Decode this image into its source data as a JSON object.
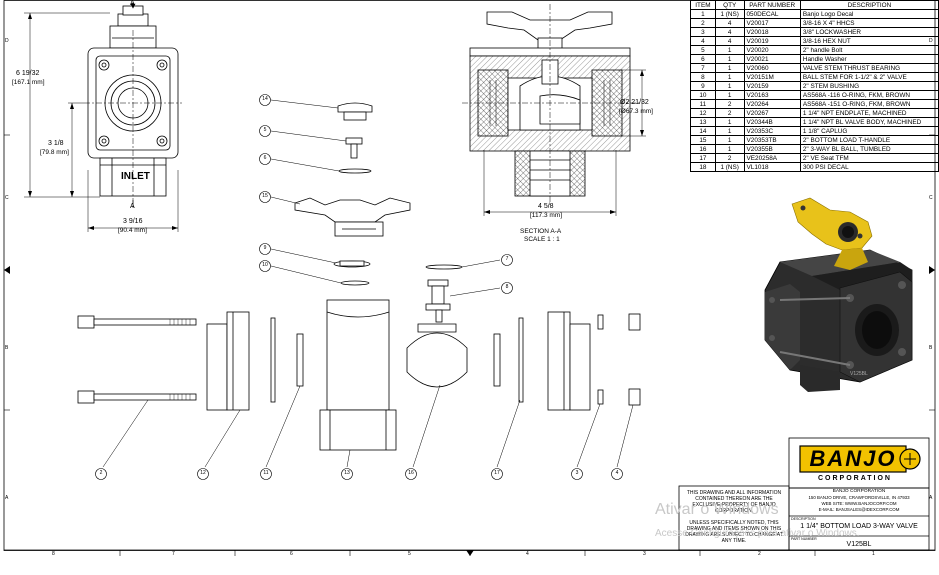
{
  "bom": {
    "headers": [
      "ITEM",
      "QTY",
      "PART NUMBER",
      "DESCRIPTION"
    ],
    "rows": [
      [
        "1",
        "1 (NS)",
        "050DECAL",
        "Banjo Logo Decal"
      ],
      [
        "2",
        "4",
        "V20017",
        "3/8-16 X 4\" HHCS"
      ],
      [
        "3",
        "4",
        "V20018",
        "3/8\" LOCKWASHER"
      ],
      [
        "4",
        "4",
        "V20019",
        "3/8-16 HEX NUT"
      ],
      [
        "5",
        "1",
        "V20020",
        "2\" handle Bolt"
      ],
      [
        "6",
        "1",
        "V20021",
        "Handle Washer"
      ],
      [
        "7",
        "1",
        "V20060",
        "VALVE STEM THRUST BEARING"
      ],
      [
        "8",
        "1",
        "V20151M",
        "BALL STEM FOR 1-1/2\" & 2\" VALVE"
      ],
      [
        "9",
        "1",
        "V20159",
        "2\" STEM BUSHING"
      ],
      [
        "10",
        "1",
        "V20163",
        "AS568A -116 O-RING, FKM, BROWN"
      ],
      [
        "11",
        "2",
        "V20264",
        "AS568A -151 O-RING, FKM, BROWN"
      ],
      [
        "12",
        "2",
        "V20267",
        "1 1/4\" NPT ENDPLATE, MACHINED"
      ],
      [
        "13",
        "1",
        "V20344B",
        "1 1/4\" NPT BL VALVE BODY, MACHINED"
      ],
      [
        "14",
        "1",
        "V20353C",
        "1 1/8\" CAPLUG"
      ],
      [
        "15",
        "1",
        "V20353TB",
        "2\" BOTTOM LOAD T-HANDLE"
      ],
      [
        "16",
        "1",
        "V20355B",
        "2\" 3-WAY BL BALL, TUMBLED"
      ],
      [
        "17",
        "2",
        "VE20258A",
        "2\" VE Seat TFM"
      ],
      [
        "18",
        "1 (NS)",
        "VL1018",
        "300 PSI DECAL"
      ]
    ]
  },
  "front_view": {
    "height_dim": "6 19/32",
    "height_dim_mm": "[167.1 mm]",
    "inlet_dim": "3 1/8",
    "inlet_dim_mm": "[79.8 mm]",
    "width_dim": "3 9/16",
    "width_dim_mm": "[90.4 mm]",
    "inlet_label": "INLET",
    "section_marker_top": "A",
    "section_marker_bottom": "A"
  },
  "section_view": {
    "diameter_dim": "Ø2 21/32",
    "diameter_dim_mm": "[Ø67.3 mm]",
    "width_dim": "4 5/8",
    "width_dim_mm": "[117.3 mm]",
    "title": "SECTION A-A",
    "scale": "SCALE 1 : 1"
  },
  "balloons": {
    "b14": "14",
    "b5": "5",
    "b6": "6",
    "b15": "15",
    "b9": "9",
    "b10": "10",
    "b7": "7",
    "b8": "8",
    "bottom": [
      "2",
      "12",
      "11",
      "13",
      "16",
      "17",
      "3",
      "4"
    ]
  },
  "border": {
    "left_letters": [
      "D",
      "C",
      "B",
      "A"
    ],
    "right_letters": [
      "D",
      "C",
      "B",
      "A"
    ],
    "bottom_numbers": [
      "8",
      "7",
      "6",
      "5",
      "4",
      "3",
      "2",
      "1"
    ]
  },
  "title_block": {
    "logo_text": "BANJO",
    "logo_sub": "CORPORATION",
    "company_name": "BANJO CORPORATION",
    "address": "150 BANJO DRIVE, CRAWFORDSVILLE, IN 47933",
    "website": "WEB SITE: WWW.BANJOCORP.COM",
    "email": "E-MAIL: BANJSALES@IDEXCORP.COM",
    "description_label": "DESCRIPTION",
    "description": "1 1/4\" BOTTOM LOAD 3-WAY VALVE",
    "part_number_label": "PART NUMBER",
    "part_number": "V125BL",
    "notice1": "THIS DRAWING AND ALL INFORMATION CONTAINED THEREON ARE THE EXCLUSIVE PROPERTY OF BANJO CORPORATION.",
    "notice2": "UNLESS SPECIFICALLY NOTED, THIS DRAWING AND ITEMS SHOWN ON THIS DRAWING ARE SUBJECT TO CHANGE AT ANY TIME."
  },
  "watermark": {
    "line1": "Ativar o Windows",
    "line2": "Acesse Configurações para ativar o Windows."
  },
  "colors": {
    "line": "#000000",
    "handle_yellow": "#e8c21a",
    "body_dark": "#2c2c2c",
    "logo_yellow": "#f2c200"
  }
}
